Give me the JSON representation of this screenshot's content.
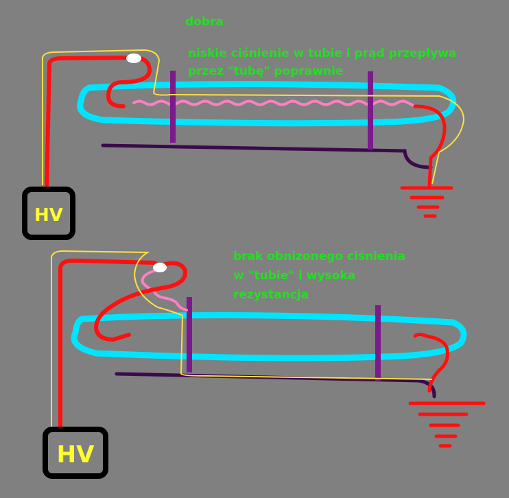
{
  "top_title": "dobra",
  "top_caption": {
    "line1": "niskie ciśnienie w tubie i prąd przepływa",
    "line2": "przez \"tubę\" poprawnie"
  },
  "bottom_caption": {
    "line1": "brak obnizonego ciśnienia",
    "line2": "w \"tubie\" i wysoka",
    "line3": "rezystancja"
  },
  "hv_label": "HV",
  "colors": {
    "background": "#808080",
    "text": "#22e022",
    "tube": "#00e5ff",
    "hv_wire": "#ff1010",
    "thin_wire": "#ffe040",
    "electrode": "#7a1a8c",
    "ground_rail": "#3a0a4a",
    "plasma": "#ff80c0",
    "hv_box": "#000000",
    "hv_text": "#ffff30"
  }
}
